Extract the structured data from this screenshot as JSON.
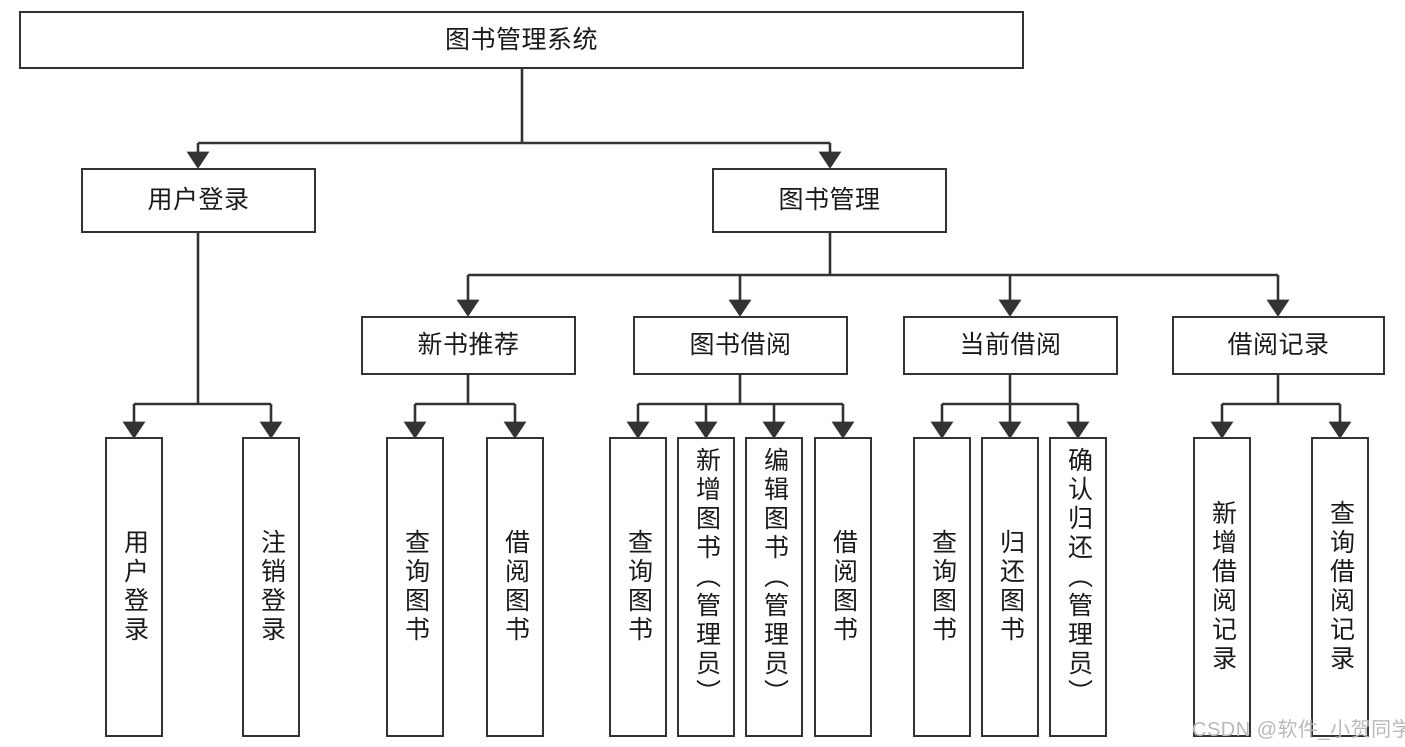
{
  "diagram": {
    "title": "图书管理系统",
    "type": "hierarchy-tree",
    "colors": {
      "box_border": "#333333",
      "box_fill": "#ffffff",
      "edge": "#333333",
      "text": "#1a1a1a",
      "watermark": "#b9b9b9",
      "background": "#ffffff"
    },
    "root": {
      "label": "图书管理系统"
    },
    "level1": [
      {
        "label": "用户登录"
      },
      {
        "label": "图书管理"
      }
    ],
    "level2": [
      {
        "label": "新书推荐"
      },
      {
        "label": "图书借阅"
      },
      {
        "label": "当前借阅"
      },
      {
        "label": "借阅记录"
      }
    ],
    "leaves": {
      "user_login": [
        {
          "label": "用户登录"
        },
        {
          "label": "注销登录"
        }
      ],
      "new_book_recommend": [
        {
          "label": "查询图书"
        },
        {
          "label": "借阅图书"
        }
      ],
      "book_borrow": [
        {
          "label": "查询图书"
        },
        {
          "label": "新增图书（管理员）"
        },
        {
          "label": "编辑图书（管理员）"
        },
        {
          "label": "借阅图书"
        }
      ],
      "current_borrow": [
        {
          "label": "查询图书"
        },
        {
          "label": "归还图书"
        },
        {
          "label": "确认归还（管理员）"
        }
      ],
      "borrow_record": [
        {
          "label": "新增借阅记录"
        },
        {
          "label": "查询借阅记录"
        }
      ]
    },
    "watermark": "CSDN @软件_小贺同学"
  }
}
